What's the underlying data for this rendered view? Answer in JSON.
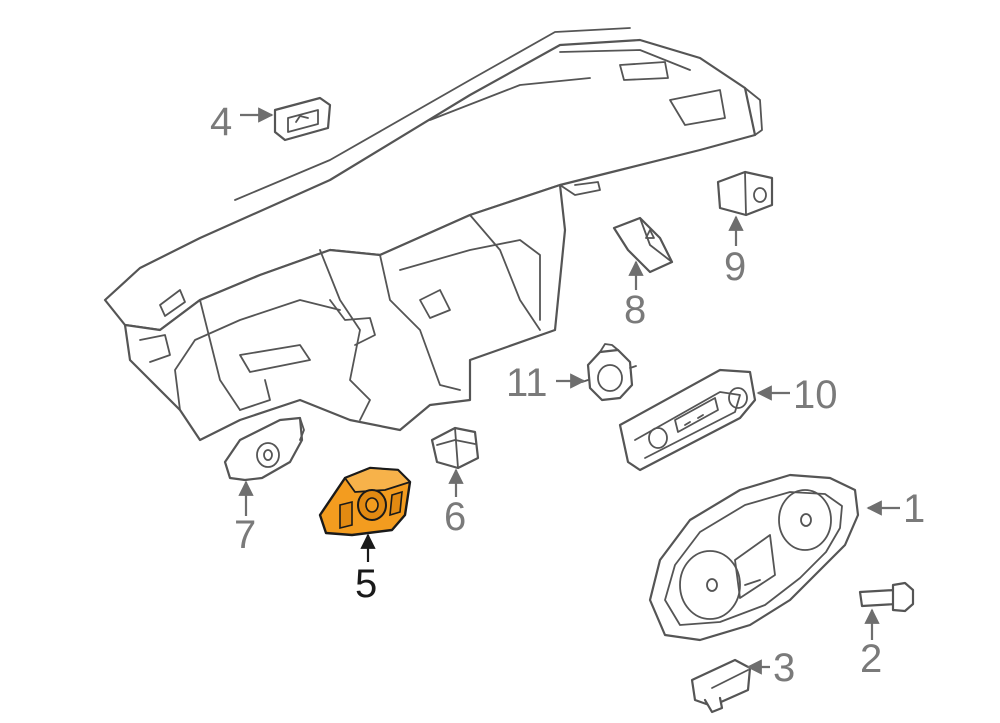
{
  "diagram": {
    "callouts": [
      {
        "id": "1",
        "label": "1"
      },
      {
        "id": "2",
        "label": "2"
      },
      {
        "id": "3",
        "label": "3"
      },
      {
        "id": "4",
        "label": "4"
      },
      {
        "id": "5",
        "label": "5"
      },
      {
        "id": "6",
        "label": "6"
      },
      {
        "id": "7",
        "label": "7"
      },
      {
        "id": "8",
        "label": "8"
      },
      {
        "id": "9",
        "label": "9"
      },
      {
        "id": "10",
        "label": "10"
      },
      {
        "id": "11",
        "label": "11"
      }
    ],
    "highlighted_part": "5",
    "colors": {
      "highlight_fill": "#F39C1F",
      "line_art": "#555555",
      "callout_text": "#7a7a7a",
      "highlight_text": "#1a1a1a",
      "background": "#ffffff"
    }
  }
}
